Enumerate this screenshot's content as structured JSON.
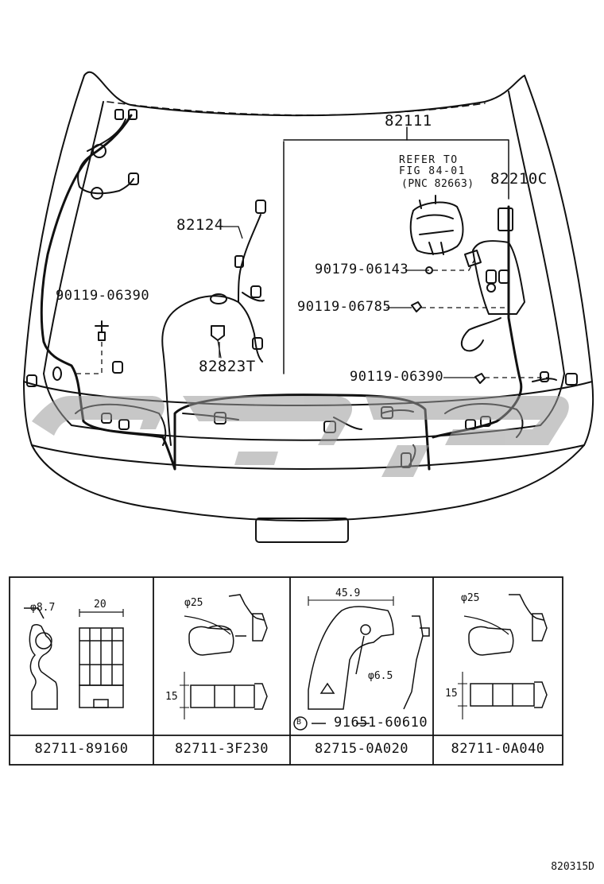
{
  "main": {
    "labels": {
      "p82111": "82111",
      "refer_line1": "REFER TO",
      "refer_line2": "FIG 84-01",
      "refer_line3": "(PNC 82663)",
      "p82210c": "82210C",
      "p82124": "82124",
      "p90179": "90179-06143",
      "p90119_a": "90119-06390",
      "p90119_b": "90119-06785",
      "p82823t": "82823T",
      "p90119_c": "90119-06390"
    }
  },
  "detail": {
    "cells": [
      {
        "part_no": "82711-89160",
        "dim_diameter": "φ8.7",
        "dim_width": "20"
      },
      {
        "part_no": "82711-3F230",
        "dim_diameter": "φ25",
        "dim_height": "15"
      },
      {
        "part_no": "82715-0A020",
        "dim_width": "45.9",
        "dim_diameter": "φ6.5",
        "sub_part": "91651-60610",
        "sub_marker": "B"
      },
      {
        "part_no": "82711-0A040",
        "dim_diameter": "φ25",
        "dim_height": "15"
      }
    ]
  },
  "footer": {
    "figure_code": "820315D"
  }
}
